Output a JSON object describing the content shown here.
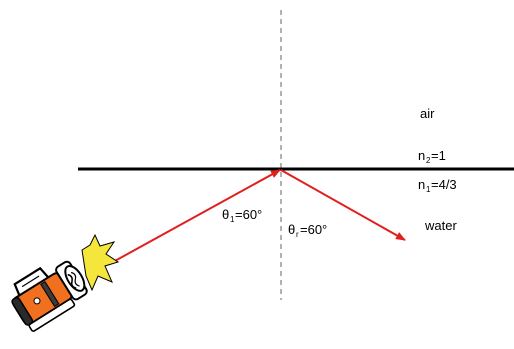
{
  "media": {
    "upper_label": "air",
    "lower_label": "water",
    "n_upper": {
      "symbol": "n",
      "sub": "2",
      "value": "=1"
    },
    "n_lower": {
      "symbol": "n",
      "sub": "1",
      "value": "=4/3"
    }
  },
  "angles": {
    "incident": {
      "symbol": "θ",
      "sub": "1",
      "value": "=60°"
    },
    "reflected": {
      "symbol": "θ",
      "sub": "r",
      "value": "=60°"
    }
  },
  "colors": {
    "ray": "#e0201e",
    "interface": "#000000",
    "normal": "#808080",
    "flashlight_body": "#f07020",
    "flashlight_glow": "#f5e63c"
  },
  "icons": [
    "flashlight-icon"
  ]
}
